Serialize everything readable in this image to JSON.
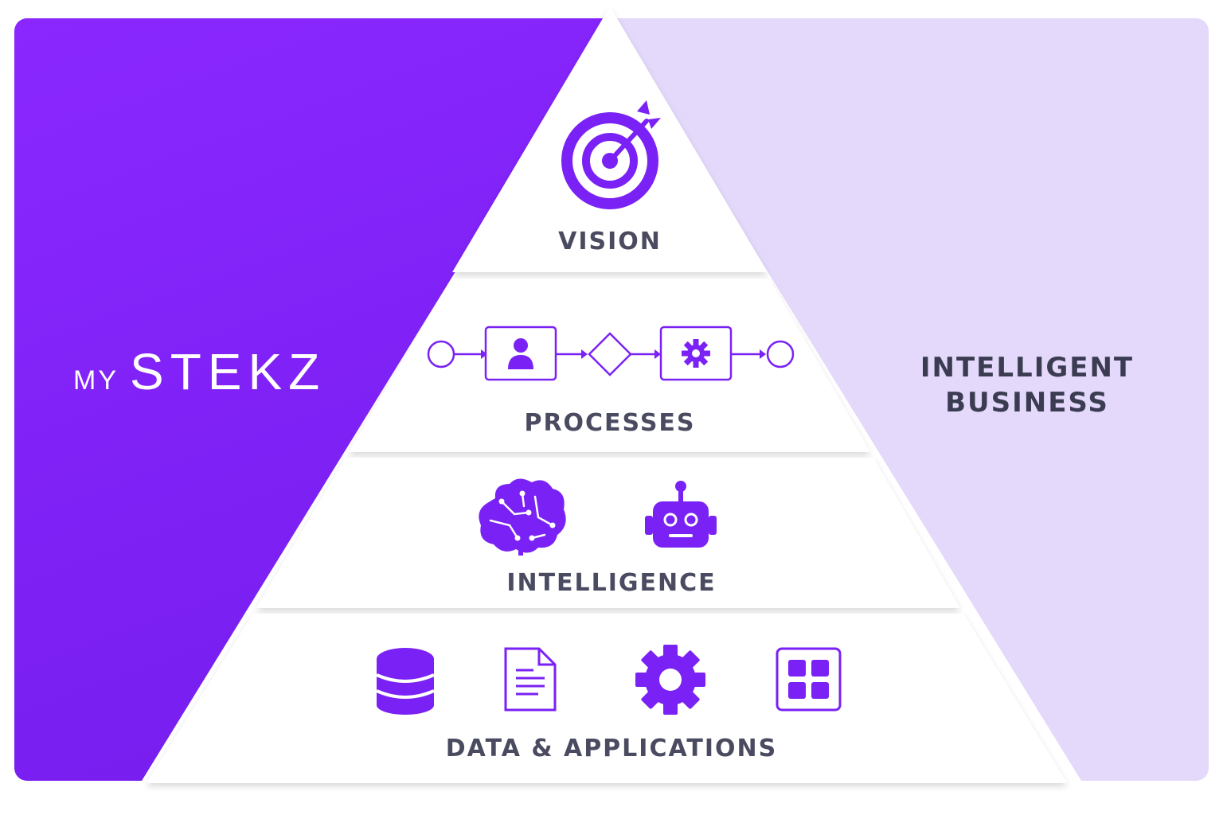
{
  "brand": {
    "prefix": "MY",
    "name": "STEKZ"
  },
  "tagline": {
    "line1": "INTELLIGENT",
    "line2": "BUSINESS"
  },
  "colors": {
    "accent": "#7a22f5",
    "left_panel": "#7f22fb",
    "right_panel": "#e4d9fb",
    "label_text": "#4a4b60"
  },
  "tiers": [
    {
      "label": "VISION",
      "icons": [
        "target-icon"
      ]
    },
    {
      "label": "PROCESSES",
      "icons": [
        "start-event-icon",
        "user-task-icon",
        "gateway-icon",
        "service-task-icon",
        "end-event-icon"
      ]
    },
    {
      "label": "INTELLIGENCE",
      "icons": [
        "brain-icon",
        "robot-icon"
      ]
    },
    {
      "label": "DATA & APPLICATIONS",
      "icons": [
        "database-icon",
        "document-icon",
        "gear-icon",
        "apps-grid-icon"
      ]
    }
  ]
}
